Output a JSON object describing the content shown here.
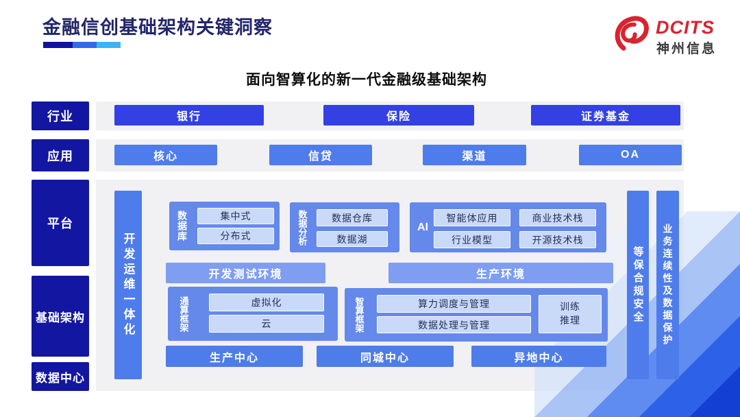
{
  "header": {
    "title": "金融信创基础架构关键洞察",
    "subtitle": "面向智算化的新一代金融级基础架构",
    "logo": {
      "brand": "DCITS",
      "company": "神州信息"
    }
  },
  "sidebar": {
    "items": [
      {
        "label": "行业"
      },
      {
        "label": "应用"
      },
      {
        "label": "平台"
      },
      {
        "label": "基础架构"
      },
      {
        "label": "数据中心"
      }
    ]
  },
  "industry_row": {
    "items": [
      "银行",
      "保险",
      "证券基金"
    ]
  },
  "application_row": {
    "items": [
      "核心",
      "信贷",
      "渠道",
      "OA"
    ]
  },
  "platform": {
    "devops_bar": "开发运维一体化",
    "database_group": {
      "label": "数据库",
      "items": [
        "集中式",
        "分布式"
      ]
    },
    "analytics_group": {
      "label": "数据分析",
      "items": [
        "数据仓库",
        "数据湖"
      ]
    },
    "ai_group": {
      "label": "AI",
      "items": [
        "智能体应用",
        "商业技术栈",
        "行业模型",
        "开源技术栈"
      ]
    },
    "environments": [
      "开发测试环境",
      "生产环境"
    ],
    "general_compute_group": {
      "label": "通算框架",
      "items": [
        "虚拟化",
        "云"
      ]
    },
    "intelligent_compute_group": {
      "label": "智算框架",
      "items": [
        "算力调度与管理",
        "数据处理与管理"
      ],
      "side_item": "训练推理"
    },
    "centers": [
      "生产中心",
      "同城中心",
      "异地中心"
    ],
    "security_bar": "等保合规安全",
    "continuity_bar": "业务连续性及数据保护"
  },
  "colors": {
    "sidebar_navy": "#1216a0",
    "industry_blue": "#3340e4",
    "app_blue": "#4e7ceb",
    "group_blue": "#6489ea",
    "light_box_blue": "#c9d9f8",
    "env_blue": "#7f9ef1",
    "band_gray": "#f1f1f4",
    "title_navy": "#232668",
    "logo_red": "#d9232e",
    "underline": [
      "#10139e",
      "#2e6be6",
      "#38b6f3"
    ]
  }
}
